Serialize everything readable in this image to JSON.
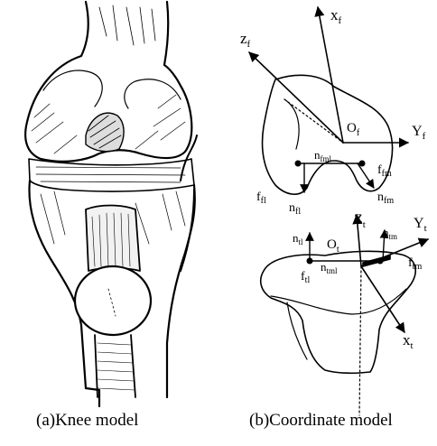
{
  "captions": {
    "knee": "(a)Knee model",
    "coordinate": "(b)Coordinate model"
  },
  "femur_labels": {
    "z": "z",
    "z_sub": "f",
    "x": "x",
    "x_sub": "f",
    "o": "O",
    "o_sub": "f",
    "y": "Y",
    "y_sub": "f",
    "n_fml": "n",
    "n_fml_sub": "fml",
    "f_fm": "f",
    "f_fm_sub": "fm",
    "f_fl": "f",
    "f_fl_sub": "fl",
    "n_fl": "n",
    "n_fl_sub": "fl",
    "n_fm": "n",
    "n_fm_sub": "fm"
  },
  "tibia_labels": {
    "z": "Z",
    "z_sub": "t",
    "n_tm": "n",
    "n_tm_sub": "tm",
    "y": "Y",
    "y_sub": "t",
    "n_tl": "n",
    "n_tl_sub": "tl",
    "o": "O",
    "o_sub": "t",
    "n_tml": "n",
    "n_tml_sub": "tml",
    "f_tm": "f",
    "f_tm_sub": "tm",
    "f_tl": "f",
    "f_tl_sub": "tl",
    "x": "x",
    "x_sub": "t"
  }
}
